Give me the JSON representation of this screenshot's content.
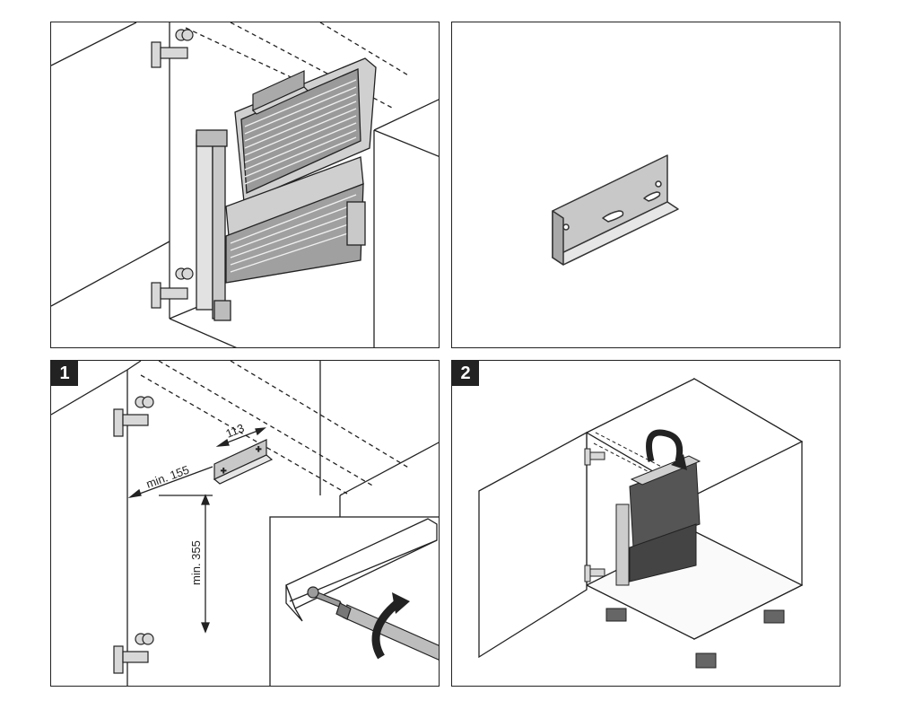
{
  "panels": [
    {
      "id": "overview",
      "step": ""
    },
    {
      "id": "bracket-detail",
      "step": ""
    },
    {
      "id": "step-1",
      "step": "1",
      "dimensions": {
        "bracket_spacing": "113",
        "min_side": "min. 155",
        "min_height": "min. 355"
      }
    },
    {
      "id": "step-2",
      "step": "2"
    }
  ],
  "colors": {
    "line": "#222222",
    "metal": "#c9c9c9",
    "dark_metal": "#6a6a6a",
    "badge": "#222222"
  },
  "icons": [
    "hinge-icon",
    "screw-icon",
    "screwdriver-icon",
    "rotate-arrow-icon",
    "folding-step-stool-icon",
    "mounting-bracket-icon"
  ]
}
